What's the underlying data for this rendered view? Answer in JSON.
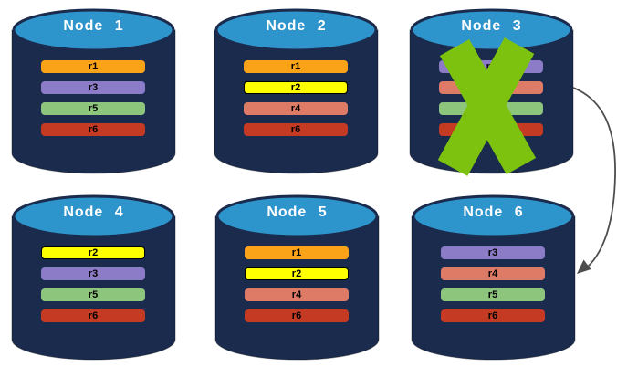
{
  "nodes": [
    {
      "title": "Node 1",
      "rows": [
        {
          "label": "r1",
          "color": "orange"
        },
        {
          "label": "r3",
          "color": "purple"
        },
        {
          "label": "r5",
          "color": "green"
        },
        {
          "label": "r6",
          "color": "red"
        }
      ]
    },
    {
      "title": "Node 2",
      "rows": [
        {
          "label": "r1",
          "color": "orange"
        },
        {
          "label": "r2",
          "color": "yellow",
          "border": "#000000"
        },
        {
          "label": "r4",
          "color": "salmon"
        },
        {
          "label": "r6",
          "color": "red"
        }
      ]
    },
    {
      "title": "Node 3",
      "failed": true,
      "rows": [
        {
          "label": "r3",
          "color": "purple"
        },
        {
          "label": "",
          "color": "salmon"
        },
        {
          "label": "",
          "color": "green"
        },
        {
          "label": "",
          "color": "red"
        }
      ]
    },
    {
      "title": "Node 4",
      "rows": [
        {
          "label": "r2",
          "color": "yellow",
          "border": "#000000"
        },
        {
          "label": "r3",
          "color": "purple"
        },
        {
          "label": "r5",
          "color": "green"
        },
        {
          "label": "r6",
          "color": "red"
        }
      ]
    },
    {
      "title": "Node 5",
      "rows": [
        {
          "label": "r1",
          "color": "orange"
        },
        {
          "label": "r2",
          "color": "yellow",
          "border": "#000000"
        },
        {
          "label": "r4",
          "color": "salmon"
        },
        {
          "label": "r6",
          "color": "red"
        }
      ]
    },
    {
      "title": "Node 6",
      "rows": [
        {
          "label": "r3",
          "color": "purple"
        },
        {
          "label": "r4",
          "color": "salmon"
        },
        {
          "label": "r5",
          "color": "green"
        },
        {
          "label": "r6",
          "color": "red"
        }
      ]
    }
  ],
  "colors": {
    "cylinder_body": "#1A2B4D",
    "cylinder_top": "#2E95CC",
    "row_orange": "#FBA318",
    "row_yellow": "#FFFF00",
    "row_purple": "#8C7BC6",
    "row_salmon": "#DE7B66",
    "row_green": "#8EC57D",
    "row_red": "#C53A23",
    "failure_x": "#7CC20E",
    "arrow": "#4D4D4D",
    "row_text": "#000000",
    "title_text": "#FFFFFF"
  },
  "icons": {
    "failure_x": "x-cross-icon",
    "failover_arrow": "curved-arrow-icon"
  }
}
